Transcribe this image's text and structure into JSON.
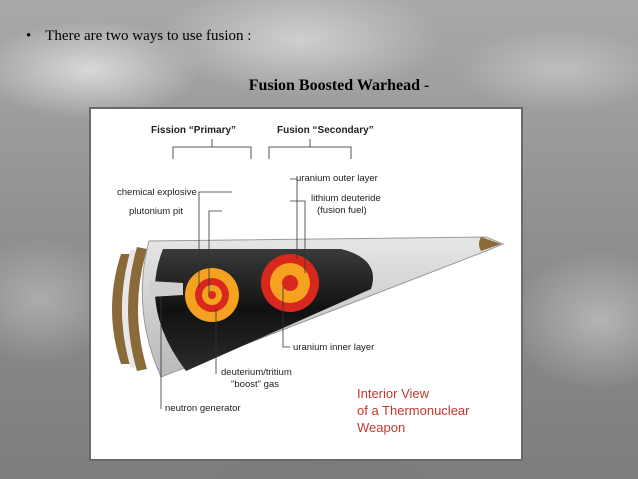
{
  "slide": {
    "bullet": "There are two ways to use fusion :",
    "bullet_symbol": "•",
    "subtitle": "Fusion Boosted Warhead -"
  },
  "figure": {
    "primary_label": "Fission “Primary”",
    "secondary_label": "Fusion “Secondary”",
    "labels": {
      "chemical_explosive": "chemical explosive",
      "plutonium_pit": "plutonium pit",
      "uranium_outer_layer": "uranium outer layer",
      "lithium_deuteride_1": "lithium deuteride",
      "lithium_deuteride_2": "(fusion fuel)",
      "uranium_inner_layer": "uranium inner layer",
      "boost_gas_1": "deuterium/tritium",
      "boost_gas_2": "\"boost\" gas",
      "neutron_generator": "neutron generator"
    },
    "caption": [
      "Interior View",
      "of a Thermonuclear",
      "Weapon"
    ],
    "colors": {
      "caption": "#c0392b",
      "casing_dark": "#1a1a1a",
      "casing_light": "#d8d8d8",
      "tip": "#8b6a3a",
      "orange": "#f4a21f",
      "red": "#d8281e"
    }
  }
}
